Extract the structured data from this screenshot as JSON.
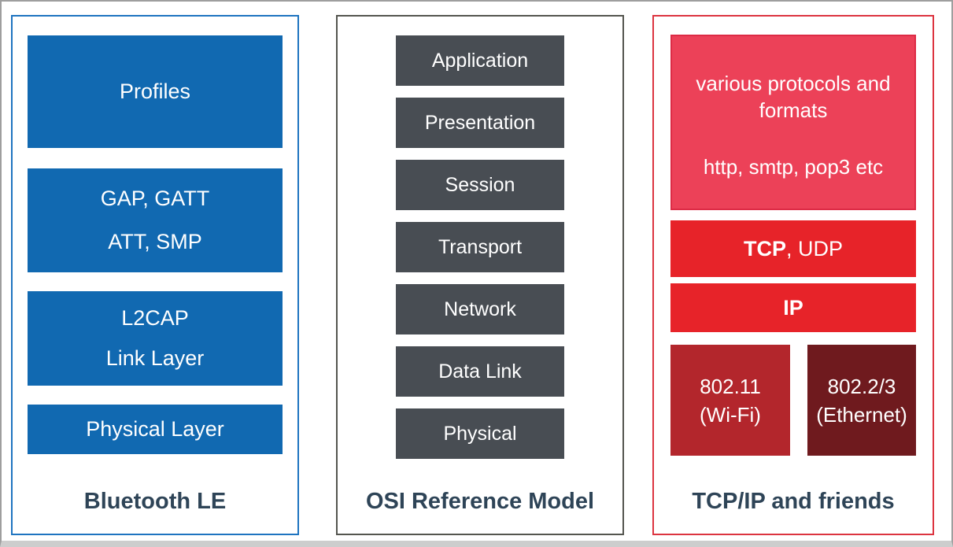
{
  "diagram": {
    "bluetooth": {
      "title": "Bluetooth LE",
      "profiles": "Profiles",
      "gap_gatt_line1": "GAP, GATT",
      "gap_gatt_line2": "ATT, SMP",
      "l2cap_line1": "L2CAP",
      "l2cap_line2": "Link Layer",
      "physical": "Physical Layer"
    },
    "osi": {
      "title": "OSI Reference Model",
      "layers": [
        "Application",
        "Presentation",
        "Session",
        "Transport",
        "Network",
        "Data Link",
        "Physical"
      ]
    },
    "tcpip": {
      "title": "TCP/IP and friends",
      "app_line1": "various protocols and formats",
      "app_line2": "http, smtp, pop3 etc",
      "transport_bold": "TCP",
      "transport_rest": ", UDP",
      "network": "IP",
      "wifi_line1": "802.11",
      "wifi_line2": "(Wi-Fi)",
      "ethernet_line1": "802.2/3",
      "ethernet_line2": "(Ethernet)"
    }
  },
  "colors": {
    "blue_fill": "#1169b1",
    "blue_border": "#1e74c0",
    "gray_fill": "#484d53",
    "gray_border": "#54554f",
    "red_border": "#dc3440",
    "pink_fill": "#ec4158",
    "pink_border": "#dd2b45",
    "bright_red_fill": "#e72329",
    "wifi_fill": "#b3262c",
    "ethernet_fill": "#6f1a1e",
    "title_text": "#2e4457",
    "frame_gray": "#9e9e9e",
    "frame_bottom_gray": "#cdcdcd"
  }
}
